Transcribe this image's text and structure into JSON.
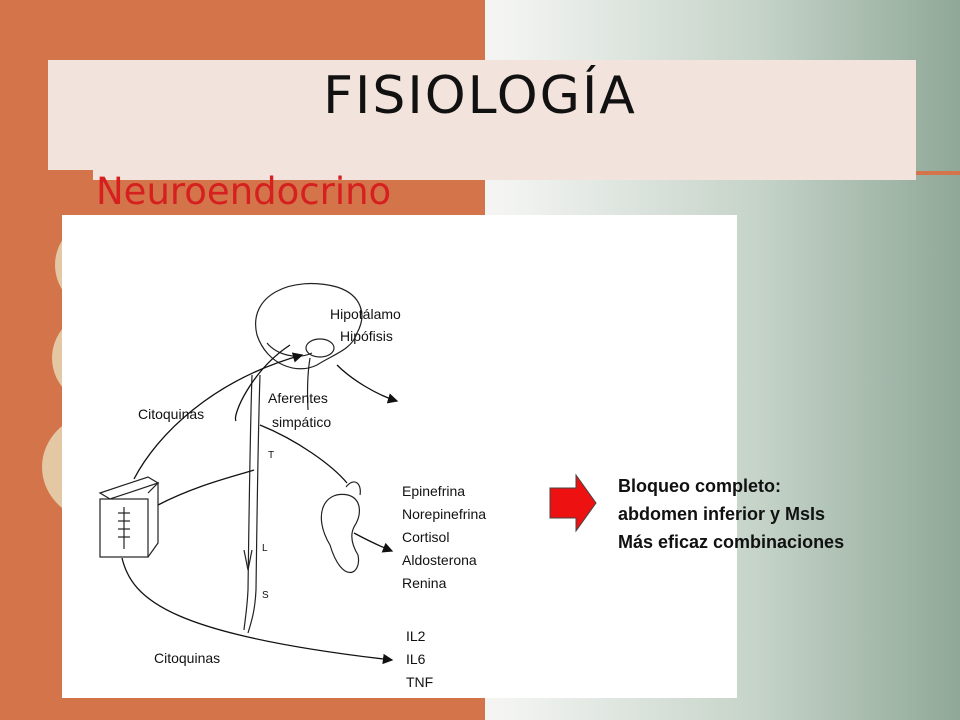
{
  "slide": {
    "title": "FISIOLOGÍA",
    "subtitle": "Neuroendocrino"
  },
  "diagram": {
    "labels": {
      "hipotalamo": "Hipotálamo",
      "hipofisis": "Hipófisis",
      "citoquinas_top": "Citoquinas",
      "aferentes": "Aferentes",
      "simpatico": "simpático",
      "epinefrina": "Epinefrina",
      "norepinefrina": "Norepinefrina",
      "cortisol": "Cortisol",
      "aldosterona": "Aldosterona",
      "renina": "Renina",
      "citoquinas_bottom": "Citoquinas",
      "il2": "IL2",
      "il6": "IL6",
      "tnf": "TNF",
      "spine_t": "T",
      "spine_l": "L",
      "spine_s": "S"
    }
  },
  "note": {
    "line1": "Bloqueo completo:",
    "line2": "abdomen inferior y MsIs",
    "line3": "Más eficaz combinaciones"
  },
  "colors": {
    "orange": "#d4744a",
    "title_box": "#f2e3dc",
    "subtitle": "#d62020",
    "arrow": "#ee1111"
  }
}
